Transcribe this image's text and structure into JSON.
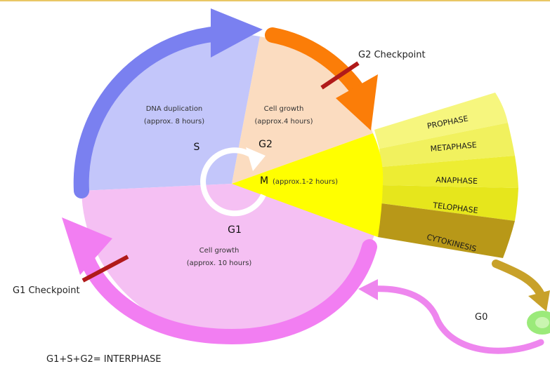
{
  "diagram": {
    "phases": {
      "s": {
        "letter": "S",
        "activity": "DNA duplication",
        "duration": "(approx. 8 hours)"
      },
      "g2": {
        "letter": "G2",
        "activity": "Cell growth",
        "duration": "(approx.4 hours)"
      },
      "g1": {
        "letter": "G1",
        "activity": "Cell growth",
        "duration": "(approx. 10 hours)"
      },
      "m": {
        "letter": "M",
        "duration": "(approx.1-2 hours)"
      }
    },
    "mitosis_stages": [
      "PROPHASE",
      "METAPHASE",
      "ANAPHASE",
      "TELOPHASE",
      "CYTOKINESIS"
    ],
    "checkpoints": {
      "g2": "G2 Checkpoint",
      "g1": "G1 Checkpoint"
    },
    "g0_label": "G0",
    "interphase_formula": "G1+S+G2= INTERPHASE"
  },
  "colors": {
    "s_sector": "#c3c6fa",
    "s_arrow": "#7a80f0",
    "g2_sector": "#fbdcc0",
    "g2_arrow": "#fb7d08",
    "g1_sector": "#f5c0f3",
    "g1_arrow": "#f27ef2",
    "m_sector": "#ffff00",
    "prophase": "#f6f67e",
    "metaphase": "#f1f15e",
    "anaphase": "#eded33",
    "telophase": "#e6e61c",
    "cytokinesis": "#b89818",
    "checkpoint_bar": "#b01a1a",
    "g0_arrow": "#ee86ee",
    "exit_arrow": "#c8a12a",
    "cell": "#9bea7a"
  }
}
